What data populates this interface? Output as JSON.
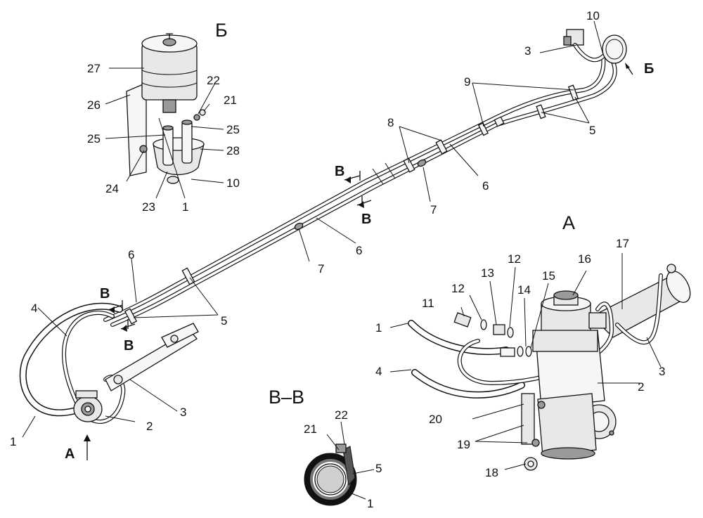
{
  "views": {
    "A": "A",
    "B": "Б",
    "section": "В–В",
    "cut_mark": "В"
  },
  "callouts": {
    "n1": "1",
    "n2": "2",
    "n3": "3",
    "n4": "4",
    "n5": "5",
    "n6": "6",
    "n7": "7",
    "n8": "8",
    "n9": "9",
    "n10": "10",
    "n11": "11",
    "n12": "12",
    "n13": "13",
    "n14": "14",
    "n15": "15",
    "n16": "16",
    "n17": "17",
    "n18": "18",
    "n19": "19",
    "n20": "20",
    "n21": "21",
    "n22": "22",
    "n23": "23",
    "n24": "24",
    "n25": "25",
    "n26": "26",
    "n27": "27",
    "n28": "28"
  }
}
